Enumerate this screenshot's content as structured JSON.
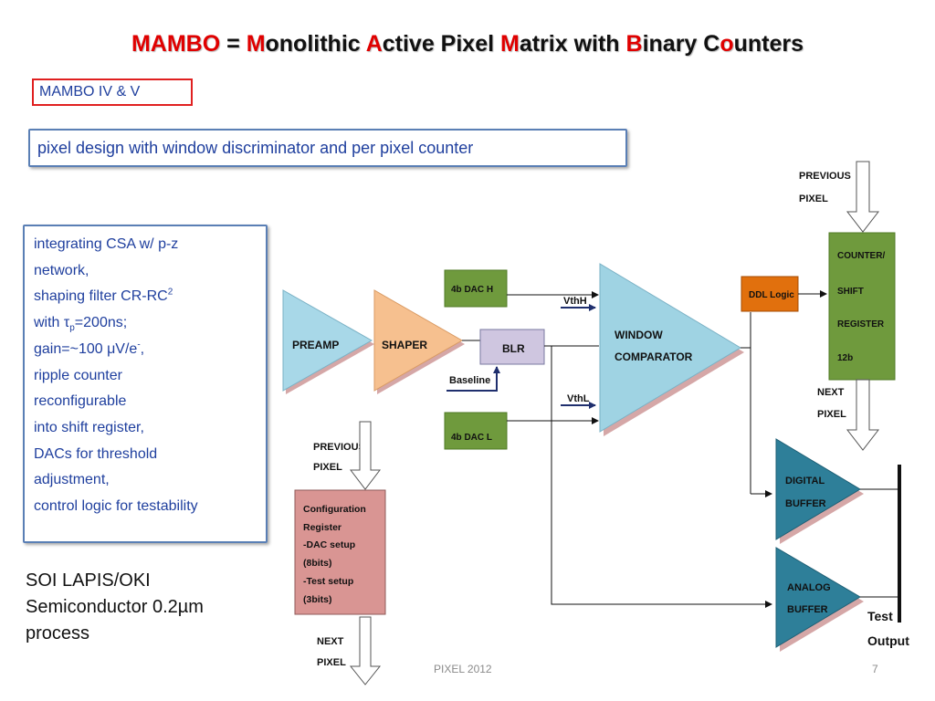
{
  "title": {
    "w1_hl": "MAMBO",
    "eq": " = ",
    "w2_hl": "M",
    "w2_rest": "onolithic ",
    "w3_hl": "A",
    "w3_rest": "ctive Pixel ",
    "w4_hl": "M",
    "w4_rest": "atrix with ",
    "w5_hl": "B",
    "w5_rest": "inary C",
    "w6_hl": "o",
    "w6_rest": "unters"
  },
  "version_label": "MAMBO IV & V",
  "design_label": "pixel design with window discriminator and per pixel counter",
  "features": {
    "l1": "integrating CSA w/ p-z",
    "l2": "network,",
    "l3_a": "shaping filter CR-RC",
    "l3_sup": "2",
    "l4_a": "with ",
    "l4_tau": "τ",
    "l4_sub": "p",
    "l4_b": "=200ns;",
    "l5_a": "gain=~100 ",
    "l5_mu": "μ",
    "l5_b": "V/e",
    "l5_sup": "-",
    "l5_c": ",",
    "l6": "ripple counter",
    "l7": "reconfigurable",
    "l8": "into shift register,",
    "l9": "DACs for threshold",
    "l10": "adjustment,",
    "l11": "control logic for testability"
  },
  "process": {
    "l1": "SOI LAPIS/OKI",
    "l2": "Semiconductor 0.2µm",
    "l3": "process"
  },
  "diagram": {
    "preamp": "PREAMP",
    "shaper": "SHAPER",
    "blr": "BLR",
    "baseline": "Baseline",
    "dac_h": "4b DAC H",
    "dac_l": "4b DAC L",
    "vthh": "VthH",
    "vthl": "VthL",
    "window_l1": "WINDOW",
    "window_l2": "COMPARATOR",
    "ddl": "DDL Logic",
    "counter_l1": "COUNTER/",
    "counter_l2": "SHIFT",
    "counter_l3": "REGISTER",
    "counter_l4": "12b",
    "prev_top_l1": "PREVIOUS",
    "prev_top_l2": "PIXEL",
    "next_right_l1": "NEXT",
    "next_right_l2": "PIXEL",
    "prev_mid_l1": "PREVIOUS",
    "prev_mid_l2": "PIXEL",
    "config_l1": "Configuration",
    "config_l2": "Register",
    "config_l3": "-DAC setup",
    "config_l4": "(8bits)",
    "config_l5": "-Test setup",
    "config_l6": "(3bits)",
    "next_bottom_l1": "NEXT",
    "next_bottom_l2": "PIXEL",
    "digital_l1": "DIGITAL",
    "digital_l2": "BUFFER",
    "analog_l1": "ANALOG",
    "analog_l2": "BUFFER",
    "test_l1": "Test",
    "test_l2": "Output"
  },
  "colors": {
    "title_accent": "#e00000",
    "text_blue": "#1f3f9e",
    "preamp_fill": "#a8d8e8",
    "shaper_fill": "#f6c08f",
    "blr_fill": "#cfc6e0",
    "dac_fill": "#6f9a3d",
    "window_fill": "#9fd3e3",
    "ddl_fill": "#e1700d",
    "counter_fill": "#6f9a3d",
    "config_fill": "#d99593",
    "buffer_fill": "#2e7f99"
  },
  "footer": {
    "conference": "PIXEL 2012",
    "page": "7"
  }
}
